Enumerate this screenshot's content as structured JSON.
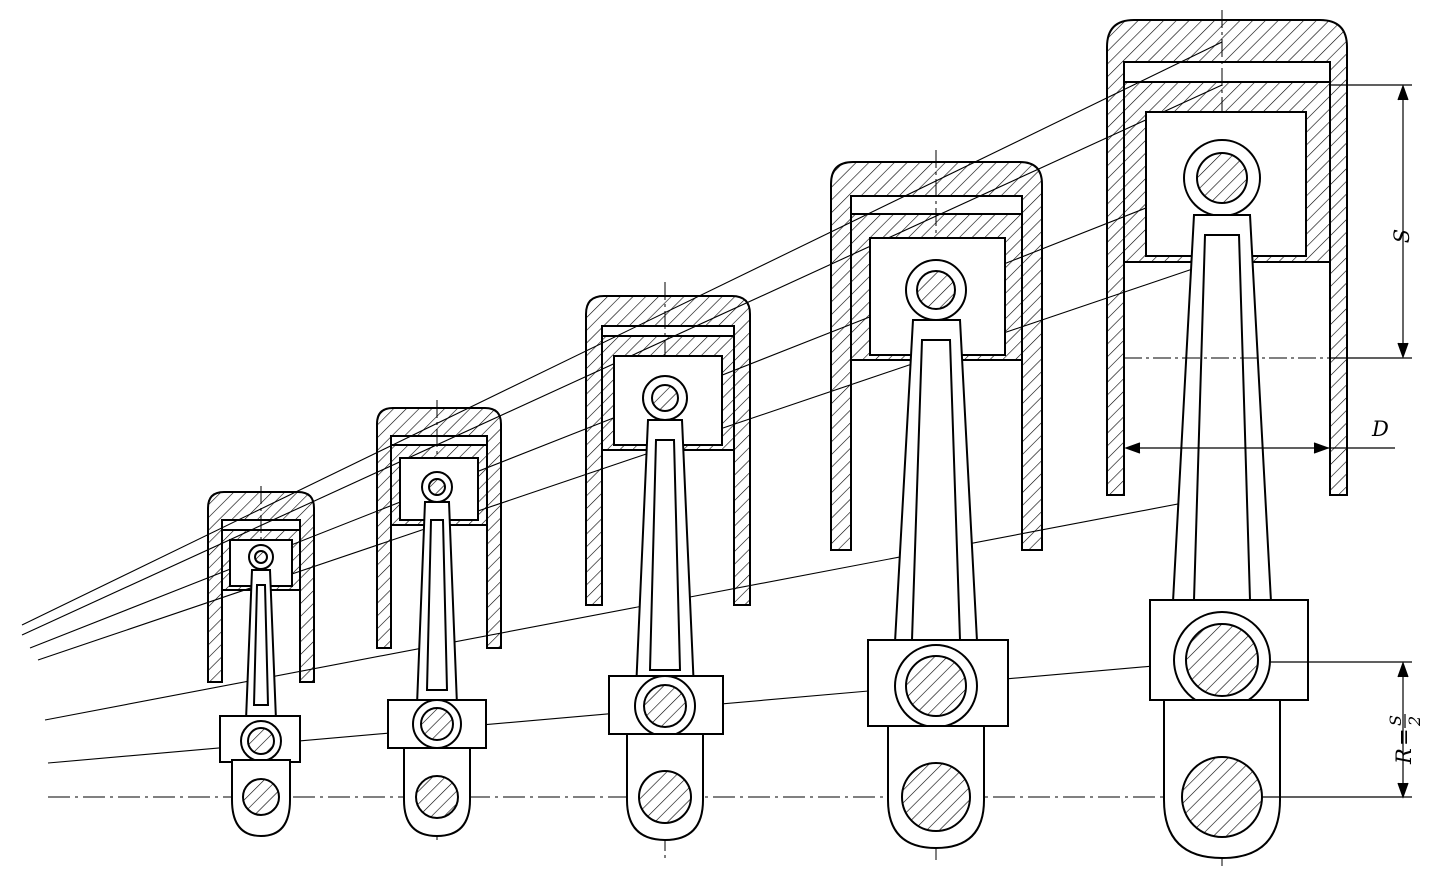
{
  "figure": {
    "labels": {
      "stroke": "S",
      "diameter": "D",
      "radius_lhs": "R",
      "radius_eq": "=",
      "radius_num": "S",
      "radius_den": "2"
    },
    "assemblies": [
      {
        "id": "size-1",
        "relative_scale": 1.0
      },
      {
        "id": "size-2",
        "relative_scale": 1.15
      },
      {
        "id": "size-3",
        "relative_scale": 1.45
      },
      {
        "id": "size-4",
        "relative_scale": 1.95
      },
      {
        "id": "size-5",
        "relative_scale": 2.3
      }
    ],
    "colors": {
      "ink": "#000000",
      "paper": "#ffffff"
    }
  }
}
